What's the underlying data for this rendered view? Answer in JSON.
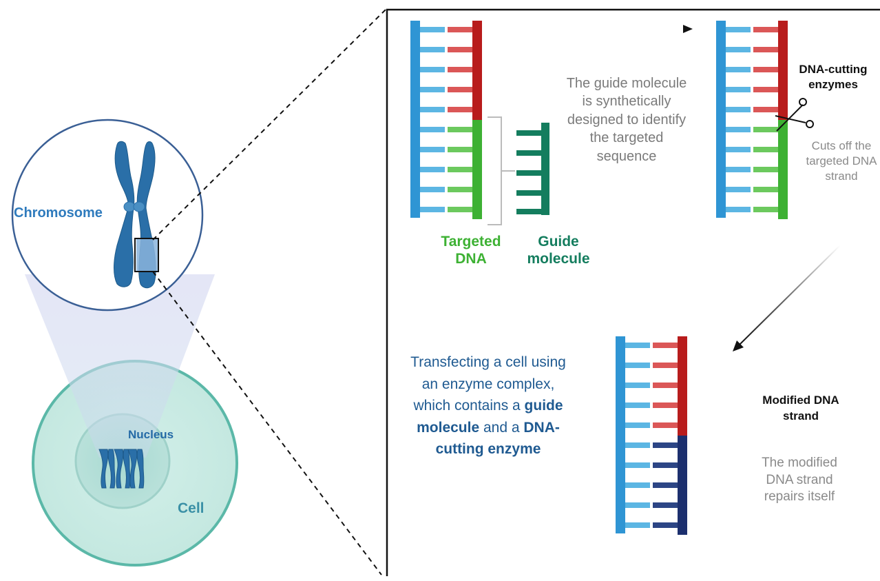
{
  "labels": {
    "chromosome": "Chromosome",
    "nucleus": "Nucleus",
    "cell": "Cell",
    "targeted_dna": "Targeted\nDNA",
    "guide_molecule": "Guide\nmolecule",
    "guide_description": "The guide molecule is synthetically designed to identify the targeted sequence",
    "dna_cutting_enzymes": "DNA-cutting enzymes",
    "cuts_off": "Cuts off the targeted DNA strand",
    "modified_dna_strand": "Modified DNA strand",
    "repairs_itself": "The modified DNA strand repairs itself"
  },
  "transfection": {
    "part1": "Transfecting a cell using an enzyme complex, which contains a ",
    "guide": "guide molecule",
    "part2": " and a ",
    "enzyme": "DNA-cutting enzyme"
  },
  "colors": {
    "backbone_blue": "#2f95d4",
    "base_blue": "#5cb6e3",
    "strand_red": "#b81c1c",
    "base_red": "#db5757",
    "strand_green": "#3db133",
    "base_green": "#6cc95e",
    "guide_teal": "#147d5e",
    "strand_navy": "#1c2f6e",
    "base_navy": "#2c4585",
    "chromosome_blue": "#2a6fa8",
    "cell_teal": "#5bb8a8"
  },
  "icons": [
    "scissors-icon",
    "arrow-right-icon",
    "arrow-down-left-icon"
  ]
}
